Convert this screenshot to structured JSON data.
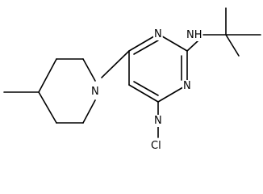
{
  "molecule": {
    "atoms": {
      "ring_n_top": "N",
      "ring_n_left": "N",
      "ring_n_bottom": "N",
      "piperidine_n": "N",
      "amine_nh": "NH",
      "chloro": "Cl"
    }
  },
  "colors": {
    "bond": "#000000",
    "background": "#ffffff"
  }
}
